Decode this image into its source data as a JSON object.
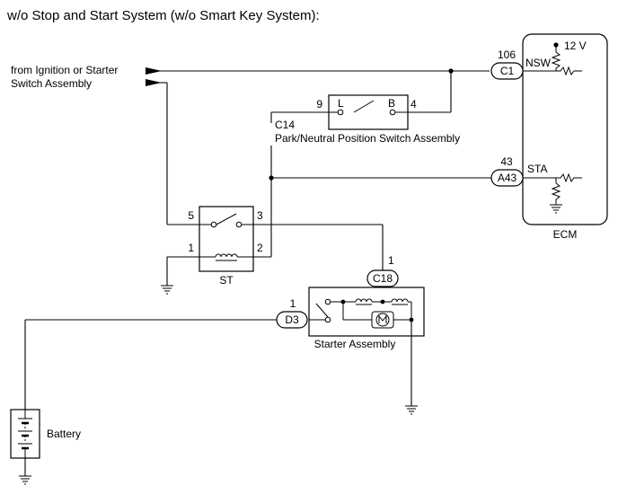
{
  "title": "w/o Stop and Start System (w/o Smart Key System):",
  "inputs": {
    "source_label_line1": "from Ignition or Starter",
    "source_label_line2": "Switch Assembly"
  },
  "ecm": {
    "label": "ECM",
    "voltage": "12 V",
    "nsw": {
      "signal": "NSW",
      "connector": "C1",
      "pin": "106"
    },
    "sta": {
      "signal": "STA",
      "connector": "A43",
      "pin": "43"
    }
  },
  "park_neutral_switch": {
    "connector": "C14",
    "label": "Park/Neutral Position Switch Assembly",
    "pin_left": "9",
    "pin_right": "4",
    "term_left": "L",
    "term_right": "B"
  },
  "relay": {
    "label": "ST",
    "pin_5": "5",
    "pin_3": "3",
    "pin_1": "1",
    "pin_2": "2"
  },
  "starter": {
    "label": "Starter Assembly",
    "connector_top": "C18",
    "pin_top": "1",
    "connector_left": "D3",
    "pin_left": "1"
  },
  "battery": {
    "label": "Battery"
  }
}
